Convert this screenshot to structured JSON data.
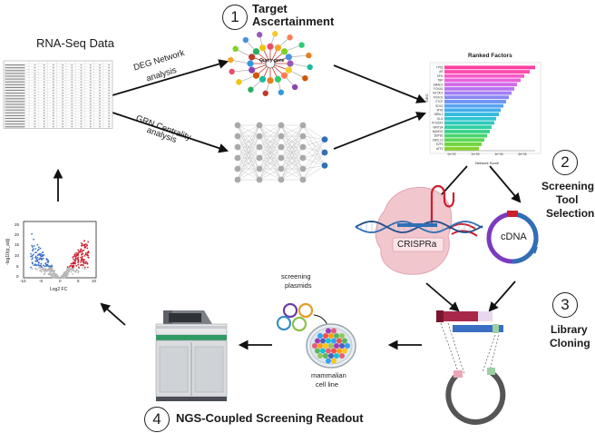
{
  "steps": [
    {
      "number": "1",
      "label_line1": "Target",
      "label_line2": "Ascertainment"
    },
    {
      "number": "2",
      "label_line1": "Screening",
      "label_line2": "Tool",
      "label_line3": "Selection"
    },
    {
      "number": "3",
      "label_line1": "Library",
      "label_line2": "Cloning"
    },
    {
      "number": "4",
      "label_line1": "NGS-Coupled Screening Readout"
    }
  ],
  "rnaseq": {
    "title": "RNA-Seq Data"
  },
  "arrows": {
    "deg_line1": "DEG Network",
    "deg_line2": "analysis",
    "grn_line1": "GRN Centrality",
    "grn_line2": "analysis"
  },
  "network": {
    "center_label": "Query gene"
  },
  "ranked": {
    "title": "Ranked Factors",
    "ylabel": "DEG",
    "xlabel": "Network Score",
    "xticks": [
      "0e+00",
      "2e+06",
      "4e+06",
      "6e+06"
    ],
    "factors": [
      "TP53",
      "AR",
      "SPI1",
      "TBP",
      "SMAD1",
      "FOXA1",
      "MYOD1",
      "FOXO1",
      "CTCF",
      "SOX2",
      "MYB",
      "NR5L2",
      "GLI1",
      "POU5F1",
      "WNT3A",
      "NANOG",
      "ZBTB1",
      "FBXL10",
      "E2F3",
      "ATF1"
    ],
    "values": [
      1.0,
      0.94,
      0.88,
      0.84,
      0.8,
      0.77,
      0.74,
      0.71,
      0.68,
      0.65,
      0.62,
      0.6,
      0.57,
      0.55,
      0.52,
      0.5,
      0.47,
      0.44,
      0.41,
      0.38
    ],
    "colors": [
      "#ff3fa0",
      "#ff4fb0",
      "#f65ac8",
      "#e862da",
      "#d26ae8",
      "#b974ef",
      "#a17ef2",
      "#8989f4",
      "#6f96f4",
      "#57a2f2",
      "#42aeec",
      "#36b9e0",
      "#2fc3d1",
      "#2ecabd",
      "#31d0a5",
      "#3bd38b",
      "#4ad56f",
      "#5cd655",
      "#70d63f",
      "#86d42e"
    ]
  },
  "crispra": {
    "label": "CRISPRa"
  },
  "cdna": {
    "label": "cDNA"
  },
  "volcano": {
    "ylabel": "-log10(p_adj)",
    "xlabel": "Log2 FC",
    "xticks": [
      "-10",
      "-5",
      "0",
      "5",
      "10"
    ],
    "yticks": [
      "0",
      "5",
      "10",
      "15",
      "20",
      "25"
    ]
  },
  "plasmids": {
    "line1": "screening",
    "line2": "plasmids"
  },
  "cells": {
    "line1": "mammalian",
    "line2": "cell line"
  },
  "colors": {
    "accent_red": "#cc1f2e",
    "accent_blue": "#3a6fc4",
    "dna_blue": "#2f6fb5",
    "crispr_pink": "#f2c6cd"
  }
}
